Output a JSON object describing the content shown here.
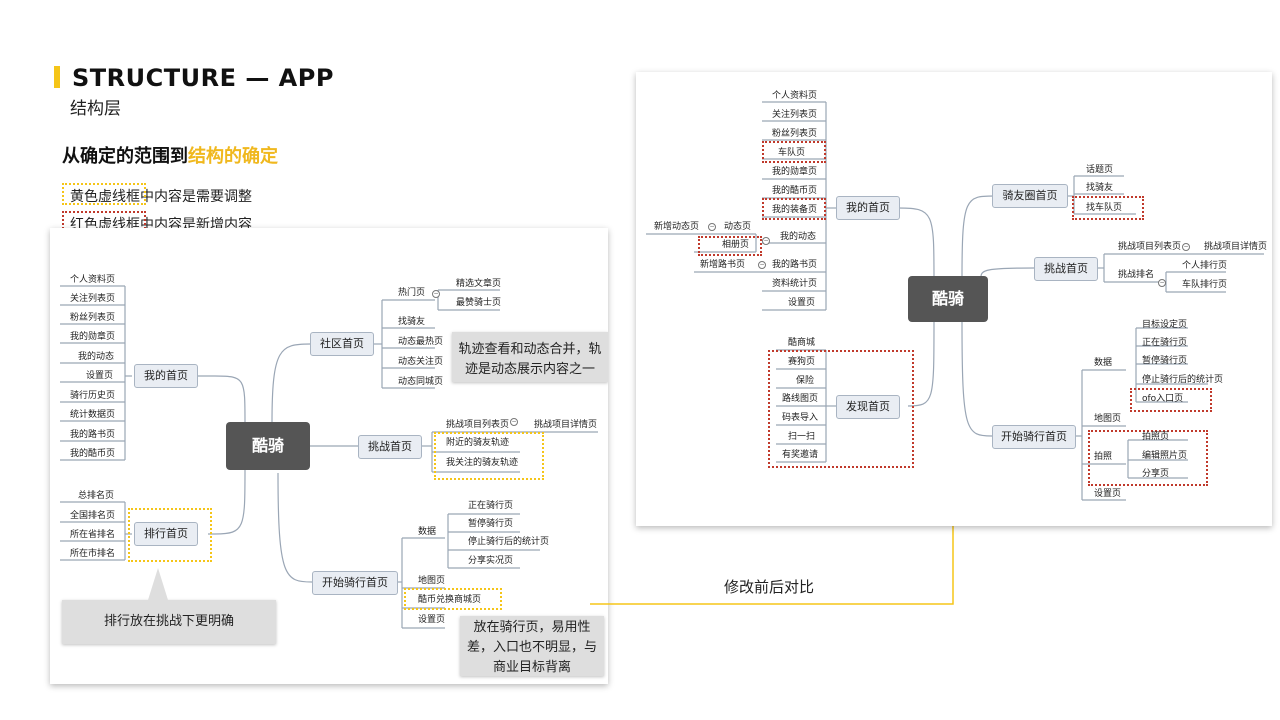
{
  "header": {
    "title": "STRUCTURE — APP",
    "subtitle": "结构层"
  },
  "headline": {
    "prefix": "从确定的范围到",
    "highlight": "结构的确定"
  },
  "legend": {
    "yellow": "黄色虚线框中内容是需要调整",
    "red": "红色虚线框中内容是新增内容"
  },
  "colors": {
    "accent_yellow": "#f5c518",
    "accent_red": "#c0392b",
    "root_bg": "#555555",
    "node_bg": "#e9edf3"
  },
  "compare_label": "修改前后对比",
  "left_map": {
    "root": "酷骑",
    "home": {
      "label": "我的首页",
      "items": [
        "个人资料页",
        "关注列表页",
        "粉丝列表页",
        "我的勋章页",
        "我的动态",
        "设置页",
        "骑行历史页",
        "统计数据页",
        "我的路书页",
        "我的酷币页"
      ]
    },
    "rank": {
      "label": "排行首页",
      "items": [
        "总排名页",
        "全国排名页",
        "所在省排名",
        "所在市排名"
      ]
    },
    "community": {
      "label": "社区首页",
      "hot": "热门页",
      "hot_items": [
        "精选文章页",
        "最赞骑士页"
      ],
      "items": [
        "找骑友",
        "动态最热页",
        "动态关注页",
        "动态同城页"
      ]
    },
    "challenge": {
      "label": "挑战首页",
      "list": "挑战项目列表页",
      "detail": "挑战项目详情页",
      "items": [
        "附近的骑友轨迹",
        "我关注的骑友轨迹"
      ]
    },
    "ride": {
      "label": "开始骑行首页",
      "data": "数据",
      "data_items": [
        "正在骑行页",
        "暂停骑行页",
        "停止骑行后的统计页",
        "分享实况页"
      ],
      "items": [
        "地图页",
        "酷币兑换商城页",
        "设置页"
      ]
    },
    "callouts": {
      "track": "轨迹查看和动态合并，轨迹是动态展示内容之一",
      "rank": "排行放在挑战下更明确",
      "ride": "放在骑行页，易用性差，入口也不明显，与商业目标背离"
    }
  },
  "right_map": {
    "root": "酷骑",
    "home": {
      "label": "我的首页",
      "items": [
        "个人资料页",
        "关注列表页",
        "粉丝列表页",
        "车队页",
        "我的勋章页",
        "我的酷币页",
        "我的装备页",
        "我的动态",
        "我的路书页",
        "资料统计页",
        "设置页"
      ],
      "dynamic_left": [
        "新增动态页",
        "相册页"
      ],
      "dynamic_sub": "动态页",
      "route_left": "新增路书页"
    },
    "friends": {
      "label": "骑友圈首页",
      "items": [
        "话题页",
        "找骑友",
        "找车队页"
      ]
    },
    "challenge": {
      "label": "挑战首页",
      "list": "挑战项目列表页",
      "detail": "挑战项目详情页",
      "rank": "挑战排名",
      "rank_items": [
        "个人排行页",
        "车队排行页"
      ]
    },
    "discover": {
      "label": "发现首页",
      "items": [
        "酷商城",
        "赛狗页",
        "保险",
        "路线图页",
        "码表导入",
        "扫一扫",
        "有奖邀请"
      ]
    },
    "ride": {
      "label": "开始骑行首页",
      "data": "数据",
      "data_items": [
        "目标设定页",
        "正在骑行页",
        "暂停骑行页",
        "停止骑行后的统计页",
        "ofo入口页"
      ],
      "map": "地图页",
      "photo": "拍照",
      "photo_items": [
        "拍照页",
        "编辑照片页",
        "分享页"
      ],
      "settings": "设置页"
    }
  }
}
